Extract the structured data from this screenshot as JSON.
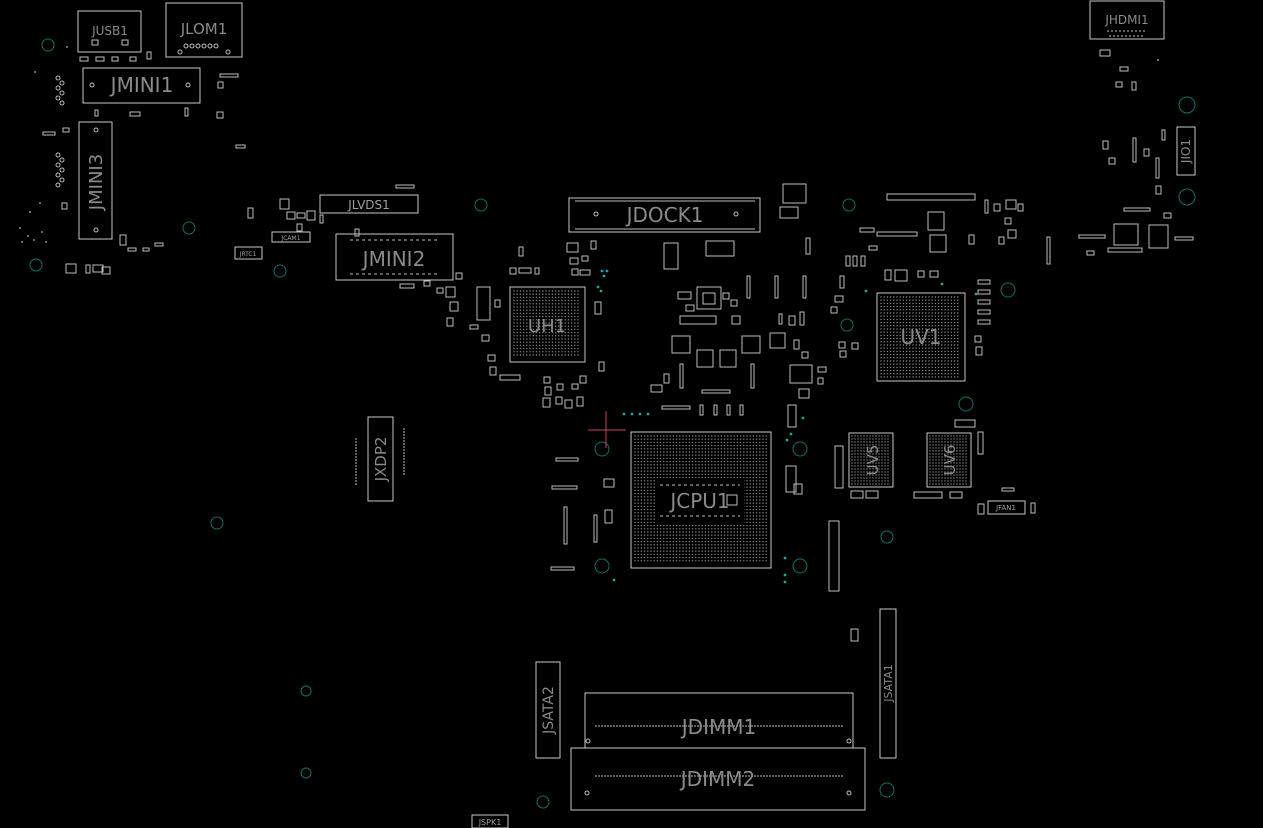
{
  "colors": {
    "background": "#000000",
    "outline": "#c8c8c8",
    "label": "#8a8a8a",
    "mounting_hole": "#0f6f6f",
    "via": "#1aa6a6",
    "cursor": "#d0405a"
  },
  "components": {
    "jusb1": "JUSB1",
    "jlom1": "JLOM1",
    "jhdmi1": "JHDMI1",
    "jmini1": "JMINI1",
    "jmini3": "JMINI3",
    "jlvds1": "JLVDS1",
    "jcam1": "JCAM1",
    "jrtc1": "JRTC1",
    "jmini2": "JMINI2",
    "jdock1": "JDOCK1",
    "uh1": "UH1",
    "uv1": "UV1",
    "jio1": "JIO1",
    "jxdp2": "JXDP2",
    "jcpu1": "JCPU1",
    "uv5": "UV5",
    "uv6": "UV6",
    "jfan1": "JFAN1",
    "jsata1": "JSATA1",
    "jsata2": "JSATA2",
    "jdimm1": "JDIMM1",
    "jdimm2": "JDIMM2",
    "jspk1": "JSPK1"
  }
}
